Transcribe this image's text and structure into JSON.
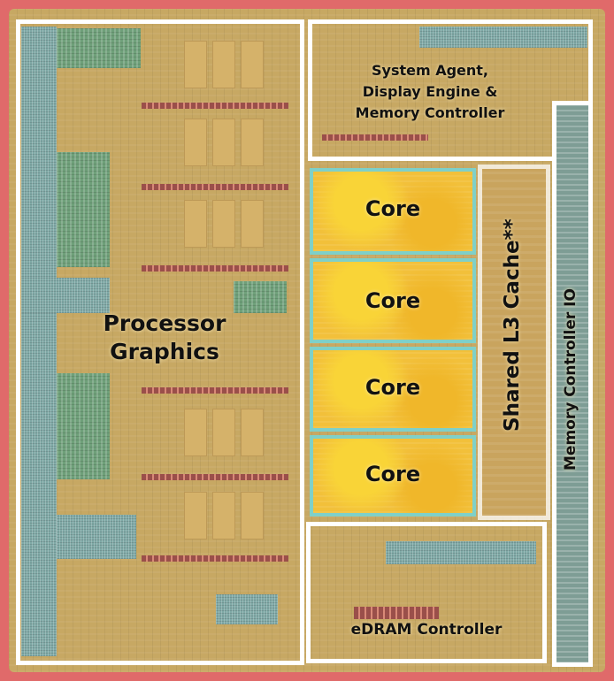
{
  "regions": {
    "processor_graphics": {
      "label_line1": "Processor",
      "label_line2": "Graphics"
    },
    "system_agent": {
      "label_line1": "System Agent,",
      "label_line2": "Display Engine &",
      "label_line3": "Memory Controller"
    },
    "cores": [
      {
        "label": "Core"
      },
      {
        "label": "Core"
      },
      {
        "label": "Core"
      },
      {
        "label": "Core"
      }
    ],
    "l3_cache": {
      "label": "Shared L3 Cache**"
    },
    "memory_controller_io": {
      "label": "Memory Controller IO"
    },
    "edram_controller": {
      "label": "eDRAM Controller"
    }
  },
  "colors": {
    "frame": "#ffffff",
    "background": "#e06a6a",
    "die": "#c7a863",
    "core": "#f2c03a",
    "core_border": "#7fd0c8"
  }
}
